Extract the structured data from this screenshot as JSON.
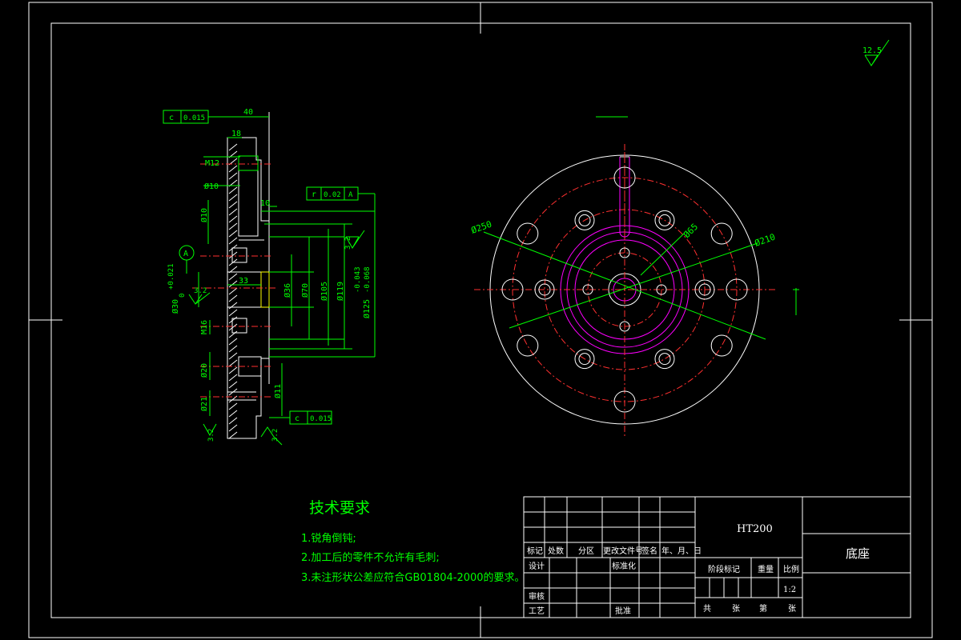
{
  "roughness": "12.5",
  "side_view": {
    "dims": {
      "d40": "40",
      "d18": "18",
      "m12": "M12",
      "phi10": "Ø10",
      "phi10v": "Ø10",
      "d10": "10",
      "d33": "33",
      "phi36": "Ø36",
      "phi70": "Ø70",
      "phi105": "Ø105",
      "phi119": "Ø119",
      "phi125": "Ø125",
      "tol_upper": "-0.043",
      "tol_lower": "-0.068",
      "phi30": "Ø30",
      "tol30": "+0.021",
      "tol30b": "0",
      "m16": "M16",
      "phi20": "Ø20",
      "phi21": "Ø21",
      "phi11": "Ø11",
      "ra1": "3.2",
      "ra2": "3.2",
      "ra3": "3.2",
      "ra4": "3.2"
    },
    "datum": "A",
    "gdt_top": {
      "sym": "c",
      "val": "0.015"
    },
    "gdt_runout": {
      "sym": "r",
      "val": "0.02",
      "datum": "A"
    },
    "gdt_bottom": {
      "sym": "c",
      "val": "0.015"
    }
  },
  "front_view": {
    "dims": {
      "phi250": "Ø250",
      "phi65": "Ø65",
      "phi210": "Ø210"
    }
  },
  "tech_req": {
    "title": "技术要求",
    "items": [
      "1.锐角倒钝;",
      "2.加工后的零件不允许有毛刺;",
      "3.未注形状公差应符合GB01804-2000的要求。"
    ]
  },
  "title_block": {
    "material": "HT200",
    "part_name": "底座",
    "headers": [
      "标记",
      "处数",
      "分区",
      "更改文件号",
      "签名",
      "年、月、日"
    ],
    "design": "设计",
    "standardization": "标准化",
    "review": "审核",
    "process": "工艺",
    "approve": "批准",
    "stage_mark": "阶段标记",
    "weight": "重量",
    "scale_label": "比例",
    "scale": "1:2",
    "total": "共",
    "sheet_unit1": "张",
    "sheet_no": "第",
    "sheet_unit2": "张"
  }
}
